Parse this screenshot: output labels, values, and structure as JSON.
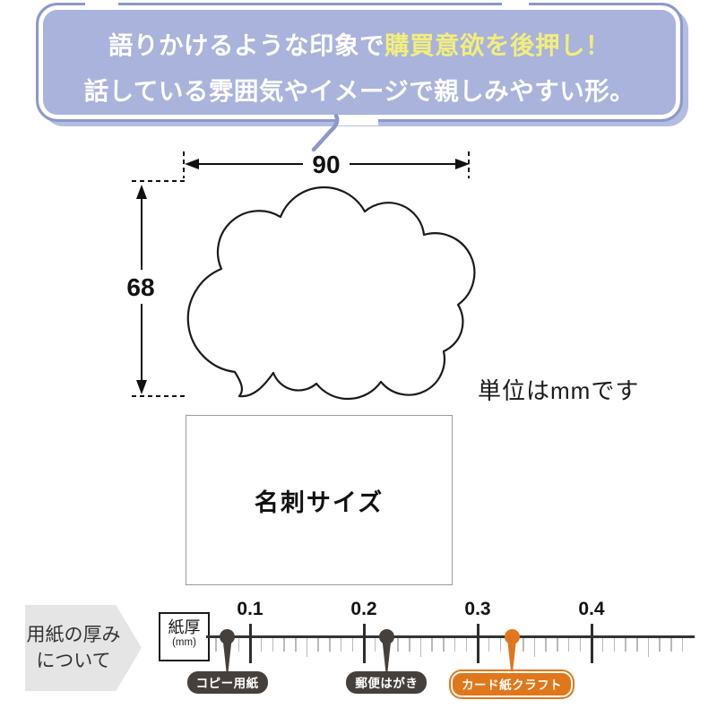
{
  "bubble": {
    "line1_plain": "語りかけるような印象で",
    "line1_highlight": "購買意欲を後押し！",
    "line2": "話している雰囲気やイメージで親しみやすい形。",
    "fill_color": "#a9b3dc",
    "outline_color": "#8d97cb",
    "highlight_color": "#f2ee7c"
  },
  "dimensions": {
    "width_mm": "90",
    "height_mm": "68",
    "unit_note": "単位はmmです",
    "card_size_label": "名刺サイズ"
  },
  "thickness": {
    "section_title_line1": "用紙の厚み",
    "section_title_line2": "について",
    "axis_label_line1": "紙厚",
    "axis_label_line2": "(mm)"
  },
  "chart_data": {
    "type": "scatter",
    "title": "用紙の厚みについて",
    "xlabel": "紙厚(mm)",
    "axis_ticks": [
      0.1,
      0.2,
      0.3,
      0.4
    ],
    "axis_range": [
      0.07,
      0.48
    ],
    "minor_tick_step": 0.01,
    "markers": [
      {
        "label": "コピー用紙",
        "value": 0.08,
        "color": "#46403d",
        "accent": false
      },
      {
        "label": "郵便はがき",
        "value": 0.22,
        "color": "#46403d",
        "accent": false
      },
      {
        "label": "カード紙クラフト",
        "value": 0.33,
        "color": "#e0771b",
        "accent": true
      }
    ]
  }
}
